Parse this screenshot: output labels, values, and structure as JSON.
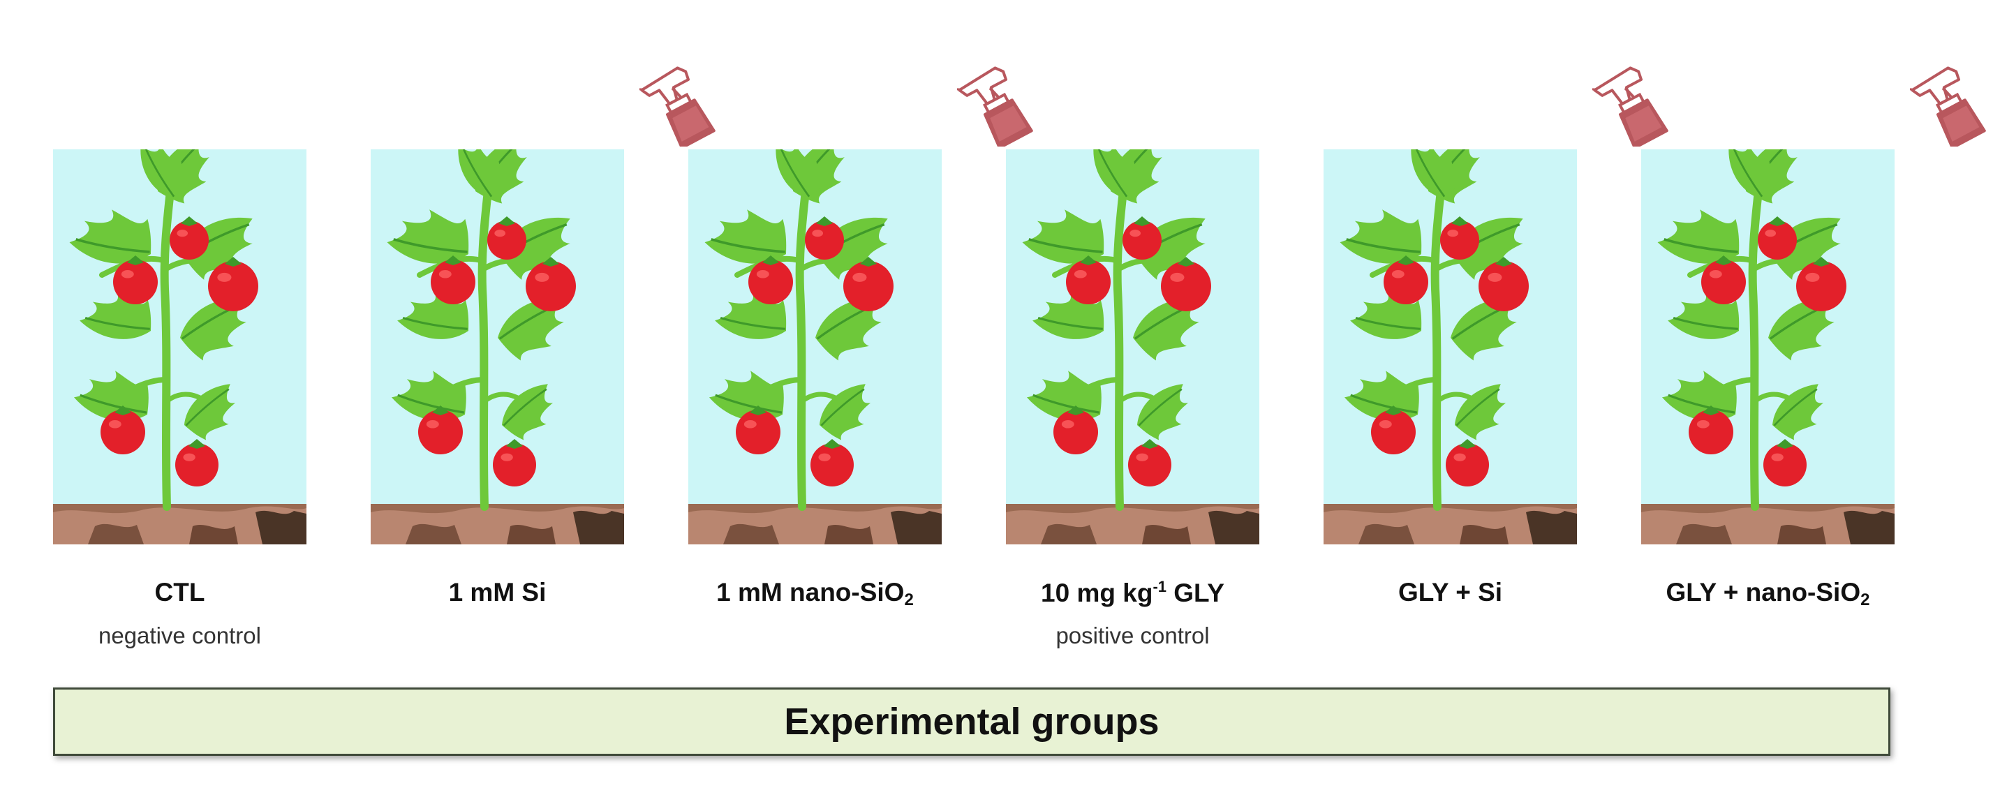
{
  "banner": {
    "title": "Experimental groups"
  },
  "groups": [
    {
      "name": "CTL",
      "subtitle": "negative control",
      "sprayed": false
    },
    {
      "name": "1 mM Si",
      "subtitle": "",
      "sprayed": true
    },
    {
      "name_main": "1 mM  nano-SiO",
      "name_sub": "2",
      "subtitle": "",
      "sprayed": true
    },
    {
      "name_pre": "10 mg kg",
      "name_sup": "-1",
      "name_post": " GLY",
      "subtitle": "positive control",
      "sprayed": false
    },
    {
      "name": "GLY + Si",
      "subtitle": "",
      "sprayed": true
    },
    {
      "name_main": "GLY + nano-SiO",
      "name_sub": "2",
      "subtitle": "",
      "sprayed": true
    }
  ],
  "colors": {
    "panel_bg": "#ccf6f7",
    "soil": "#9a6a52",
    "leaf": "#6ec83a",
    "tomato": "#e3202a",
    "sprayer": "#b8575d",
    "banner_bg": "#e8f2d4"
  },
  "icons": [
    "tomato-plant-icon",
    "spray-bottle-icon"
  ]
}
